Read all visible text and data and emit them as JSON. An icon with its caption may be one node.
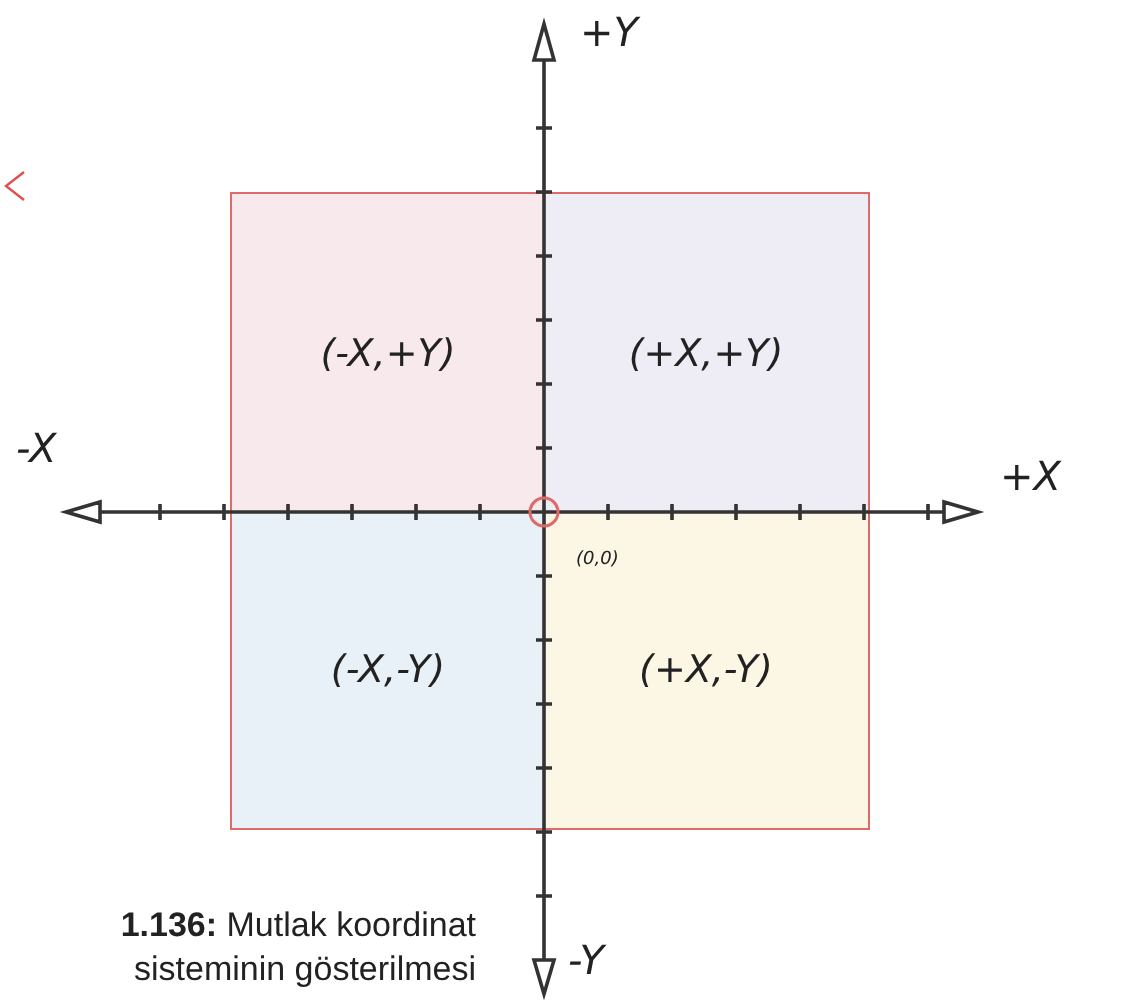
{
  "diagram": {
    "caption": "**1.136:** Mutlak koordinat sisteminin gösterilmesi",
    "nodes": [
      {
        "text": [
          "(-X,+Y)"
        ]
      },
      {
        "text": [
          "(+X,+Y)"
        ]
      },
      {
        "text": [
          "(-X,-Y)"
        ]
      },
      {
        "text": [
          "(+X,-Y)"
        ]
      }
    ],
    "edges": [],
    "labels": [
      "+Y",
      "-X",
      "+X",
      "(0,0)",
      "-Y"
    ]
  }
}
